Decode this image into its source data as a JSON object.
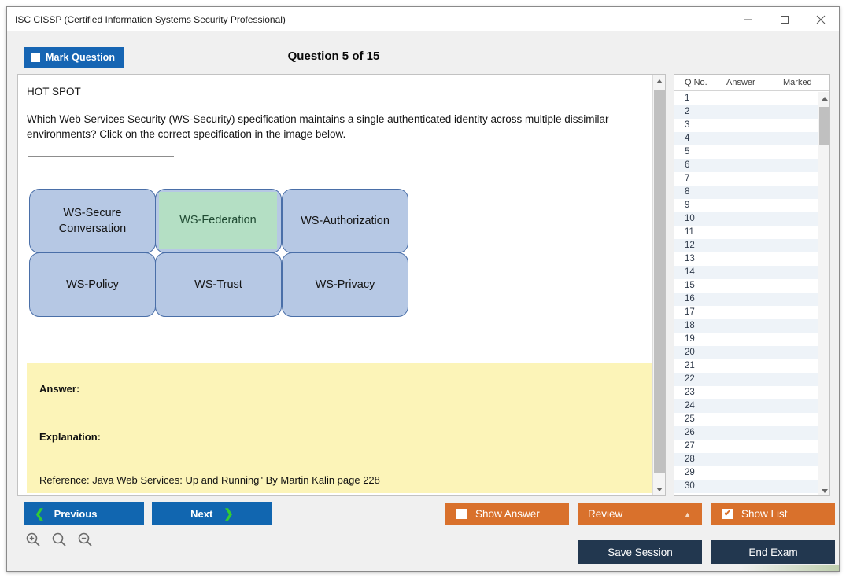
{
  "window": {
    "title": "ISC CISSP (Certified Information Systems Security Professional)",
    "minimize_label": "minimize",
    "maximize_label": "maximize",
    "close_label": "close"
  },
  "header": {
    "mark_question_label": "Mark Question",
    "mark_question_checked": false,
    "question_counter": "Question 5 of 15"
  },
  "question": {
    "type_label": "HOT SPOT",
    "text": "Which Web Services Security (WS-Security) specification maintains a single authenticated identity across multiple dissimilar environments? Click on the correct specification in the image below."
  },
  "diagram": {
    "boxes": [
      {
        "label": "WS-Secure Conversation",
        "row": 0,
        "col": 0,
        "highlighted": false
      },
      {
        "label": "WS-Federation",
        "row": 0,
        "col": 1,
        "highlighted": true
      },
      {
        "label": "WS-Authorization",
        "row": 0,
        "col": 2,
        "highlighted": false
      },
      {
        "label": "WS-Policy",
        "row": 1,
        "col": 0,
        "highlighted": false
      },
      {
        "label": "WS-Trust",
        "row": 1,
        "col": 1,
        "highlighted": false
      },
      {
        "label": "WS-Privacy",
        "row": 1,
        "col": 2,
        "highlighted": false
      }
    ],
    "box_fill": "#b6c8e4",
    "box_border": "#4a6fa8",
    "highlight_fill": "#b4dfc4",
    "highlight_text": "#1f4a32"
  },
  "answer_panel": {
    "answer_label": "Answer:",
    "explanation_label": "Explanation:",
    "reference": "Reference: Java Web Services: Up and Running\" By Martin Kalin page 228",
    "background": "#fcf4b8"
  },
  "question_list": {
    "columns": [
      "Q No.",
      "Answer",
      "Marked"
    ],
    "rows": [
      {
        "no": "1",
        "answer": "",
        "marked": ""
      },
      {
        "no": "2",
        "answer": "",
        "marked": ""
      },
      {
        "no": "3",
        "answer": "",
        "marked": ""
      },
      {
        "no": "4",
        "answer": "",
        "marked": ""
      },
      {
        "no": "5",
        "answer": "",
        "marked": ""
      },
      {
        "no": "6",
        "answer": "",
        "marked": ""
      },
      {
        "no": "7",
        "answer": "",
        "marked": ""
      },
      {
        "no": "8",
        "answer": "",
        "marked": ""
      },
      {
        "no": "9",
        "answer": "",
        "marked": ""
      },
      {
        "no": "10",
        "answer": "",
        "marked": ""
      },
      {
        "no": "11",
        "answer": "",
        "marked": ""
      },
      {
        "no": "12",
        "answer": "",
        "marked": ""
      },
      {
        "no": "13",
        "answer": "",
        "marked": ""
      },
      {
        "no": "14",
        "answer": "",
        "marked": ""
      },
      {
        "no": "15",
        "answer": "",
        "marked": ""
      },
      {
        "no": "16",
        "answer": "",
        "marked": ""
      },
      {
        "no": "17",
        "answer": "",
        "marked": ""
      },
      {
        "no": "18",
        "answer": "",
        "marked": ""
      },
      {
        "no": "19",
        "answer": "",
        "marked": ""
      },
      {
        "no": "20",
        "answer": "",
        "marked": ""
      },
      {
        "no": "21",
        "answer": "",
        "marked": ""
      },
      {
        "no": "22",
        "answer": "",
        "marked": ""
      },
      {
        "no": "23",
        "answer": "",
        "marked": ""
      },
      {
        "no": "24",
        "answer": "",
        "marked": ""
      },
      {
        "no": "25",
        "answer": "",
        "marked": ""
      },
      {
        "no": "26",
        "answer": "",
        "marked": ""
      },
      {
        "no": "27",
        "answer": "",
        "marked": ""
      },
      {
        "no": "28",
        "answer": "",
        "marked": ""
      },
      {
        "no": "29",
        "answer": "",
        "marked": ""
      },
      {
        "no": "30",
        "answer": "",
        "marked": ""
      }
    ]
  },
  "footer": {
    "previous_label": "Previous",
    "next_label": "Next",
    "show_answer_label": "Show Answer",
    "show_answer_checked": false,
    "review_label": "Review",
    "show_list_label": "Show List",
    "show_list_checked": true,
    "show_list_check_glyph": "✔",
    "save_session_label": "Save Session",
    "end_exam_label": "End Exam",
    "zoom_in_label": "Zoom In",
    "zoom_reset_label": "Zoom Reset",
    "zoom_out_label": "Zoom Out",
    "blue": "#1166b0",
    "orange": "#d9712c",
    "navy": "#22374f",
    "chevron_green": "#33cc33"
  }
}
